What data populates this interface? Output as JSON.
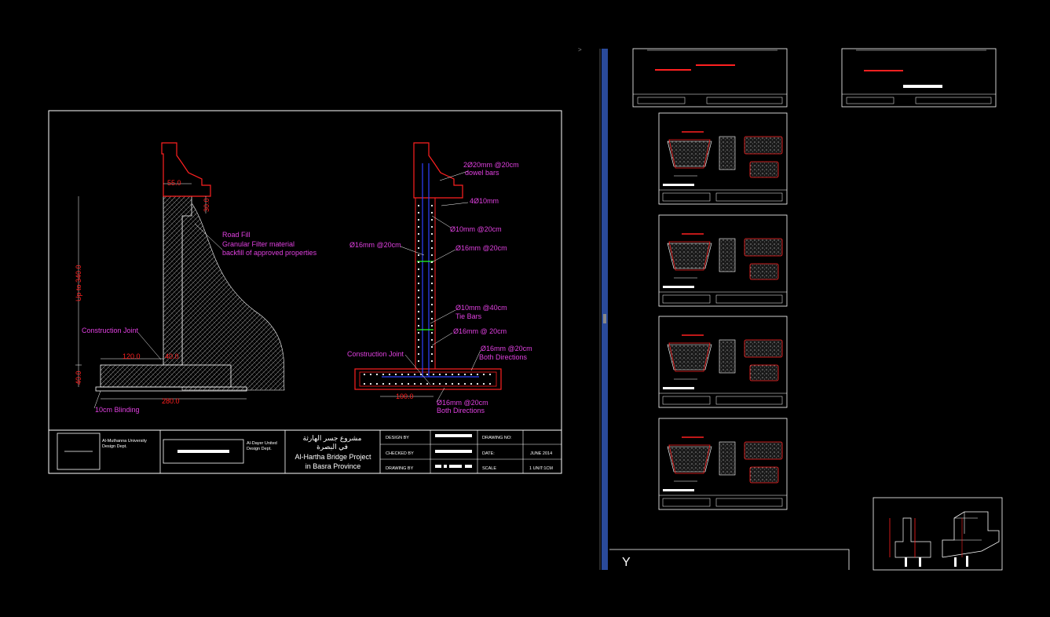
{
  "left_sheet": {
    "wall_section": {
      "dim_top": "55.0",
      "dim_right_upper": "30.0",
      "dim_height": "Up to 340.0",
      "dim_base_height": "40.0",
      "dim_toe": "120.0",
      "dim_stem": "40.0",
      "dim_base_width": "280.0",
      "label_fill_1": "Road Fill",
      "label_fill_2": "Granular Filter material",
      "label_fill_3": "backfill of approved properties",
      "label_joint": "Construction Joint",
      "label_blinding": "10cm Blinding"
    },
    "rebar_section": {
      "label_dowel_1": "2Ø20mm @20cm",
      "label_dowel_2": "dowel bars",
      "label_4bars": "4Ø10mm",
      "label_ties_top": "Ø10mm @20cm",
      "label_left_bars": "Ø16mm @20cm",
      "label_right_bars": "Ø16mm @20cm",
      "label_tie_bars_1": "Ø10mm @40cm",
      "label_tie_bars_2": "Tie Bars",
      "label_bars_20": "Ø16mm @ 20cm",
      "label_base_top_1": "Ø16mm @20cm",
      "label_base_top_2": "Both Directions",
      "label_joint": "Construction Joint",
      "dim_base": "100.0",
      "label_base_bot_1": "Ø16mm @20cm",
      "label_base_bot_2": "Both Directions"
    },
    "title_block": {
      "univ_1": "Al-Muthanna University",
      "univ_2": "Design Dept.",
      "consult_1": "Al-Dayer United",
      "consult_2": "Design Dept.",
      "project_ar_1": "مشروع جسر الهارثة",
      "project_ar_2": "في البصرة",
      "project_en_1": "Al-Hartha Bridge Project",
      "project_en_2": "in Basra Province",
      "design_by": "DESIGN BY",
      "checked_by": "CHECKED BY",
      "drawing_by": "DRAWING BY",
      "drawing_no": "DRAWING NO:",
      "date_label": "DATE:",
      "date_value": "JUNE 2014",
      "scale_label": "SCALE",
      "scale_value": "1 UNIT:1CM"
    }
  },
  "viewport": {
    "ucs_label": "Y",
    "arrow_glyph": ">"
  },
  "colors": {
    "background": "#000000",
    "line": "#ffffff",
    "magenta": "#e040e0",
    "red": "#ff2020",
    "blue": "#3040ff",
    "green": "#20ff20",
    "divider_blue": "#2a4a9a"
  }
}
